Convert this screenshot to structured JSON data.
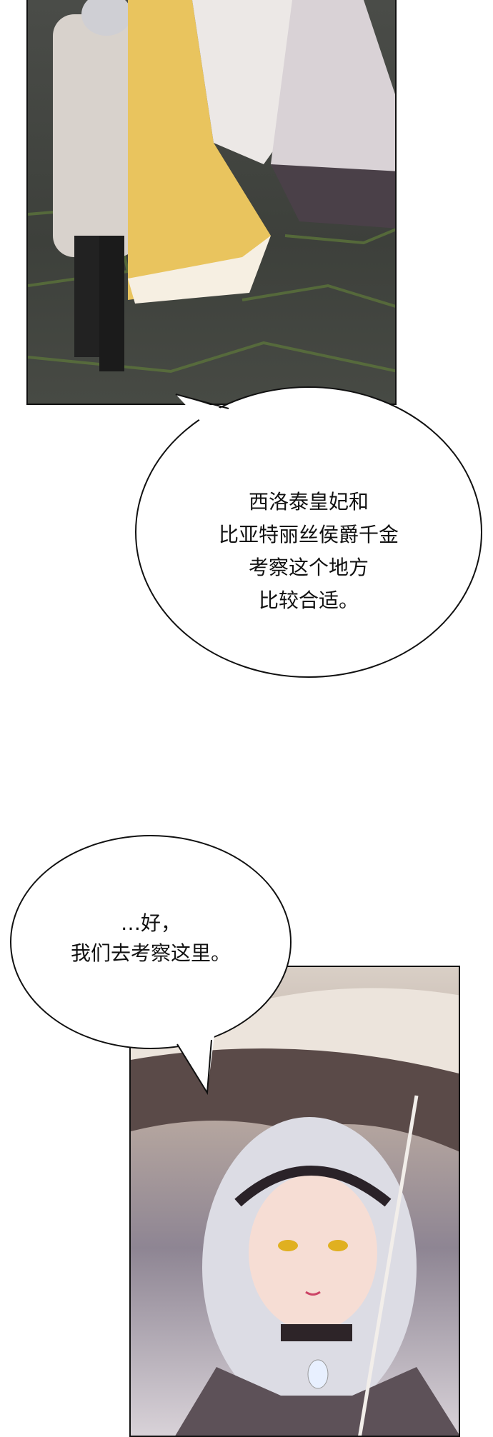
{
  "bubbles": [
    {
      "lines": [
        "西洛泰皇妃和",
        "比亚特丽丝侯爵千金",
        "考察这个地方",
        "比较合适。"
      ]
    },
    {
      "lines": [
        "…好，",
        "我们去考察这里。"
      ]
    }
  ],
  "colors": {
    "panel_border": "#111111",
    "bubble_fill": "#ffffff"
  }
}
